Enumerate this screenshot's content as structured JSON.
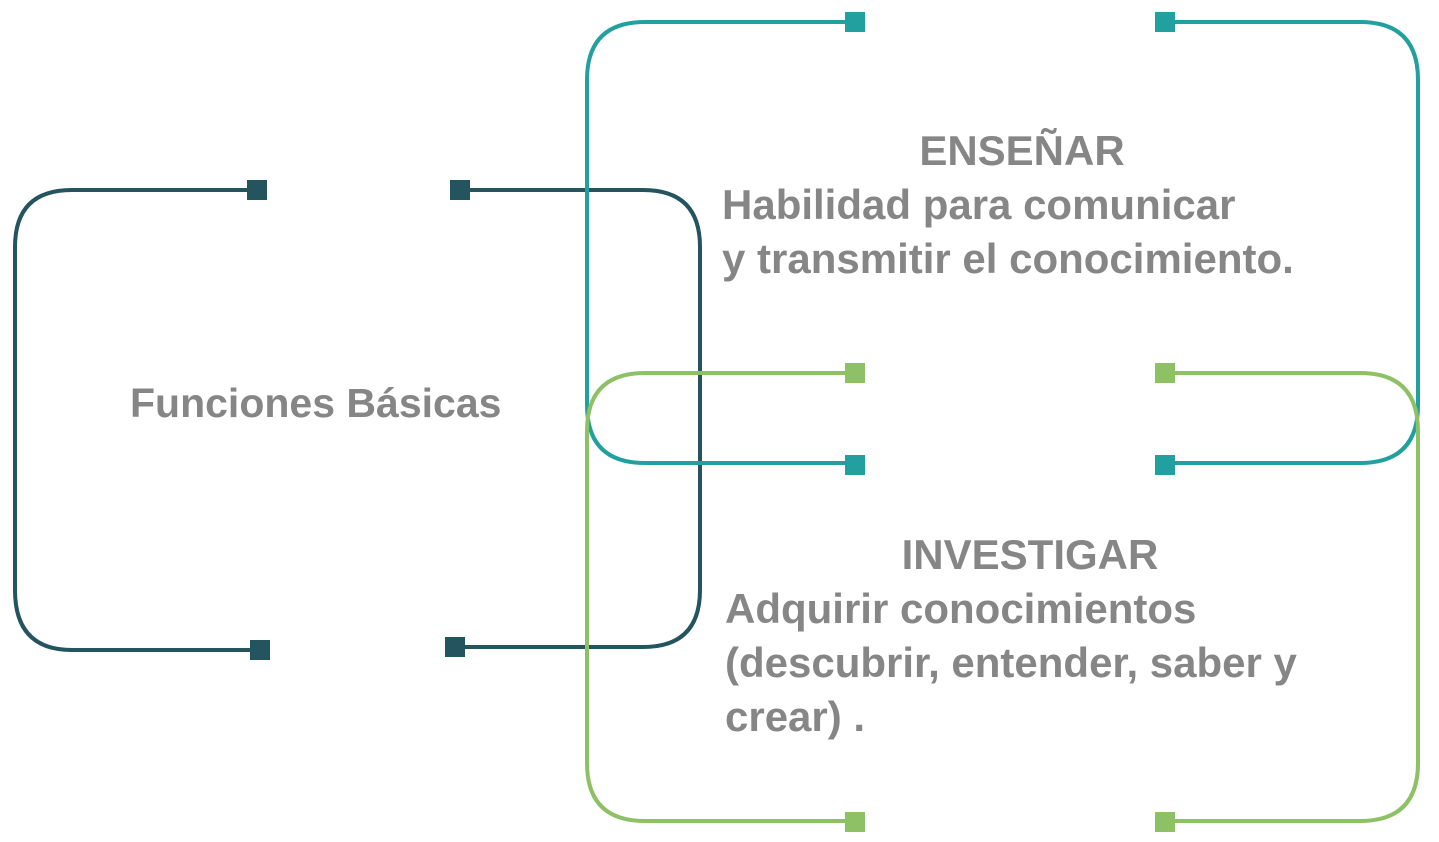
{
  "colors": {
    "dark_teal": "#24555f",
    "teal": "#22a0a0",
    "green": "#8ec165",
    "text_gray": "#868686"
  },
  "main": {
    "label": "Funciones Básicas"
  },
  "ensenar": {
    "title": "ENSEÑAR",
    "description": "Habilidad para comunicar\ny transmitir el conocimiento."
  },
  "investigar": {
    "title": "INVESTIGAR",
    "description": "Adquirir conocimientos\n(descubrir, entender, saber y\ncrear) ."
  }
}
